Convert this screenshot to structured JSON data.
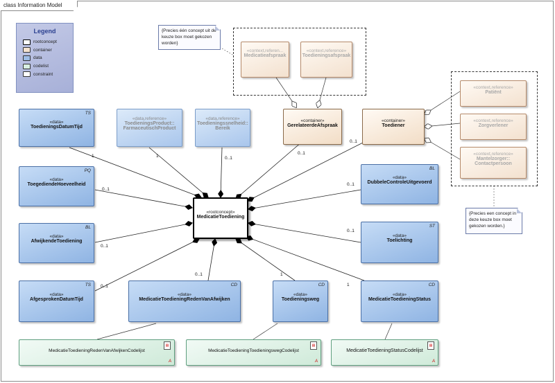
{
  "diagram_title": "class Information Model",
  "legend": {
    "title": "Legend",
    "items": [
      {
        "label": "rootconcept",
        "color": "#ffffff"
      },
      {
        "label": "container",
        "color": "#f5e3d0"
      },
      {
        "label": "data",
        "color": "#9dbde7"
      },
      {
        "label": "codelist",
        "color": "#d8efe2"
      },
      {
        "label": "constraint",
        "color": "#ffffff"
      }
    ]
  },
  "root": {
    "stereotype": "«rootconcept»",
    "name": "MedicatieToediening"
  },
  "data": {
    "toedieningsdatumtijd": {
      "stereotype": "«data»",
      "name": "ToedieningsDatumTijd",
      "tag": "TS"
    },
    "toegediendehoeveelheid": {
      "stereotype": "«data»",
      "name": "ToegediendeHoeveelheid",
      "tag": "PQ"
    },
    "afwijkendetoediening": {
      "stereotype": "«data»",
      "name": "AfwijkendeToediening",
      "tag": "BL"
    },
    "afgesprokendatumtijd": {
      "stereotype": "«data»",
      "name": "AfgesprokenDatumTijd",
      "tag": "TS"
    },
    "redenvanafwijken": {
      "stereotype": "«data»",
      "name": "MedicatieToedieningRedenVanAfwijken",
      "tag": "CD"
    },
    "toedieningsweg": {
      "stereotype": "«data»",
      "name": "Toedieningsweg",
      "tag": "CD"
    },
    "toedieningstatus": {
      "stereotype": "«data»",
      "name": "MedicatieToedieningStatus",
      "tag": "CD"
    },
    "toelichting": {
      "stereotype": "«data»",
      "name": "Toelichting",
      "tag": "ST"
    },
    "dubbelecontrole": {
      "stereotype": "«data»",
      "name": "DubbeleControleUitgevoerd",
      "tag": "BL"
    }
  },
  "refs": {
    "toedieningsproduct": {
      "stereotype": "«data,reference»",
      "name1": "ToedieningsProduct::",
      "name2": "FarmaceutischProduct"
    },
    "toedieningssnelheid": {
      "stereotype": "«data,reference»",
      "name1": "Toedieningssnelheid::",
      "name2": "Bereik"
    }
  },
  "containers": {
    "gerelateerdeafspraak": {
      "stereotype": "«container»",
      "name": "GerelateerdeAfspraak"
    },
    "toediener": {
      "stereotype": "«container»",
      "name": "Toediener"
    }
  },
  "context_refs": {
    "medicatieafspraak": {
      "stereotype": "«context,referen...",
      "name": "Medicatieafspraak"
    },
    "toedieningsafspraak": {
      "stereotype": "«context,reference»",
      "name": "Toedieningsafspraak"
    },
    "patient": {
      "stereotype": "«context,reference»",
      "name": "Patiënt"
    },
    "zorgverlener": {
      "stereotype": "«context,reference»",
      "name": "Zorgverlener"
    },
    "mantelzorger": {
      "stereotype": "«context,reference»",
      "name1": "Mantelzorger::",
      "name2": "Contactpersoon"
    }
  },
  "codelists": {
    "redenvanafwijken": {
      "name": "MedicatieToedieningRedenVanAfwijkenCodelijst",
      "flag": "A"
    },
    "toedieningsweg": {
      "name": "MedicatieToedieningToedieningswegCodelijst",
      "flag": "A"
    },
    "status": {
      "name": "MedicatieToedieningStatusCodelijst",
      "flag": "A"
    }
  },
  "notes": {
    "afspraak": "{Precies één concept uit de keuze box moet gekozen worden}",
    "toediener": "{Precies een concept in deze keuze box moet gekozen worden.}"
  },
  "multiplicities": {
    "toedieningsdatumtijd": "1",
    "toedieningsproduct": "1",
    "toedieningssnelheid": "0..1",
    "gerelateerdeafspraak": "0..1",
    "toediener": "0..1",
    "toegediendehoeveelheid": "0..1",
    "dubbelecontrole": "0..1",
    "afwijkendetoediening": "0..1",
    "toelichting": "0..1",
    "afgesprokendatumtijd": "0..1",
    "redenvanafwijken": "0..1",
    "toedieningsweg": "1",
    "toedieningstatus": "1"
  }
}
